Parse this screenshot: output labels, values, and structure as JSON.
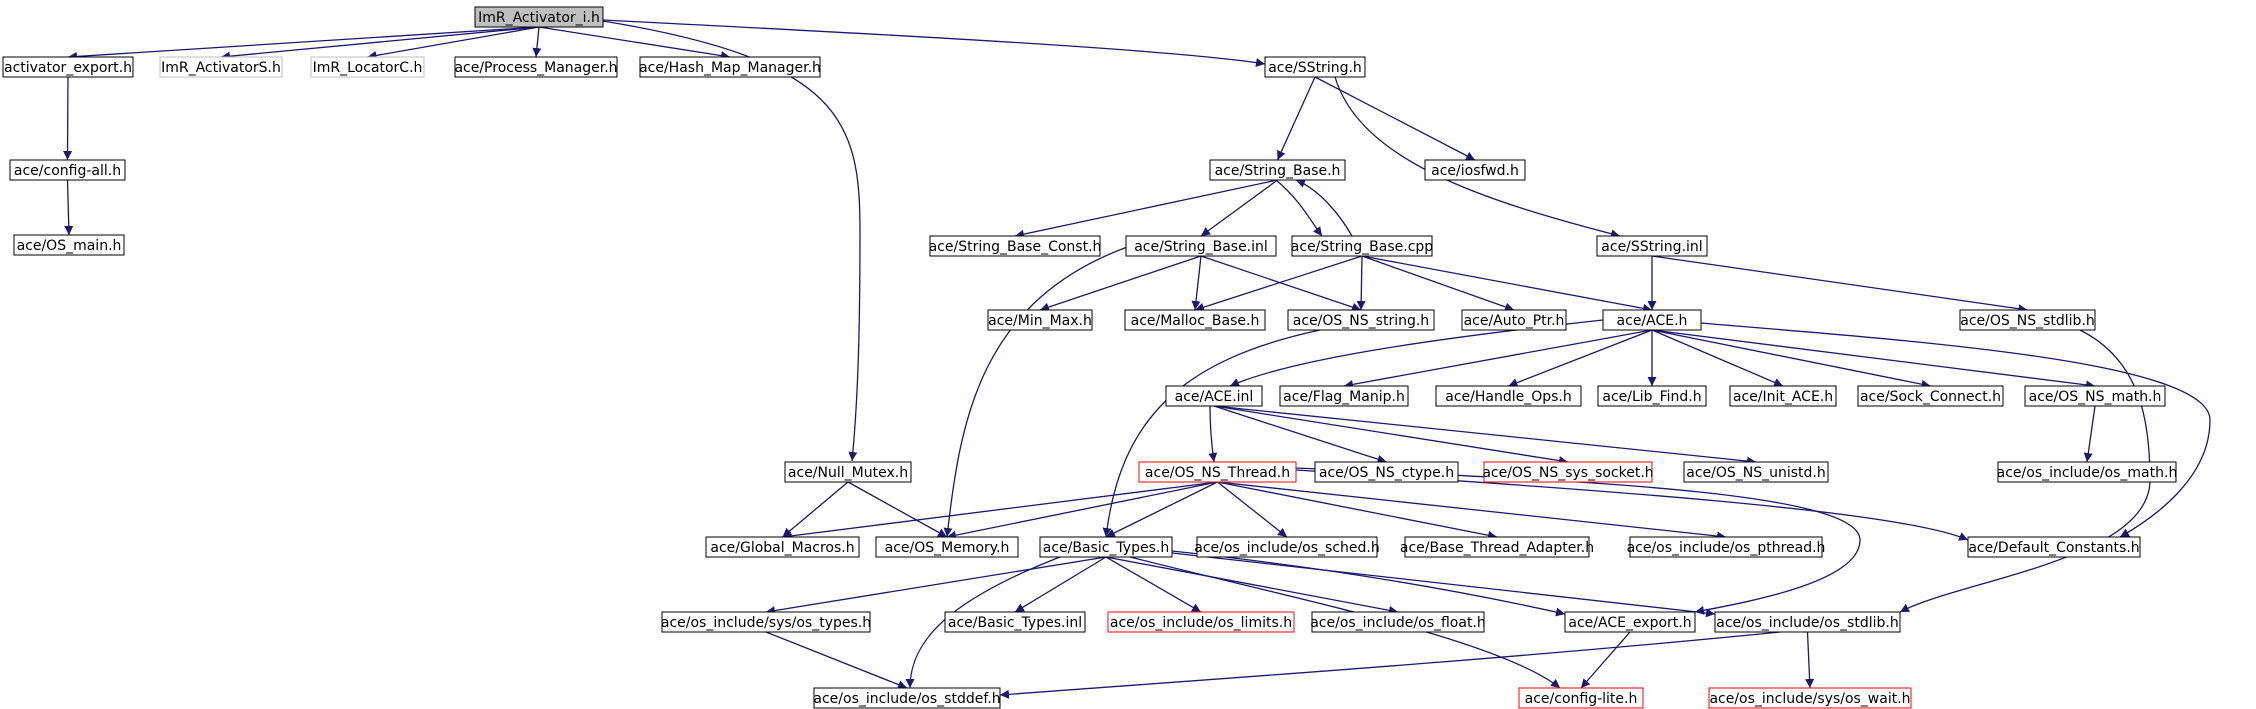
{
  "graph": {
    "colors": {
      "edge": "#191970",
      "normal_border": "#000000",
      "missing_border": "#bfbfbf",
      "truncated_border": "#ff0000",
      "root_fill": "#bfbfbf",
      "node_fill": "#ffffff"
    },
    "nodes": [
      {
        "id": "root",
        "label": "ImR_Activator_i.h",
        "style": "root"
      },
      {
        "id": "activator_export",
        "label": "activator_export.h",
        "style": "normal"
      },
      {
        "id": "imr_activators",
        "label": "ImR_ActivatorS.h",
        "style": "missing"
      },
      {
        "id": "imr_locatorc",
        "label": "ImR_LocatorC.h",
        "style": "missing"
      },
      {
        "id": "process_manager",
        "label": "ace/Process_Manager.h",
        "style": "normal"
      },
      {
        "id": "hash_map_manager",
        "label": "ace/Hash_Map_Manager.h",
        "style": "normal"
      },
      {
        "id": "sstring_h",
        "label": "ace/SString.h",
        "style": "normal"
      },
      {
        "id": "config_all",
        "label": "ace/config-all.h",
        "style": "normal"
      },
      {
        "id": "os_main",
        "label": "ace/OS_main.h",
        "style": "normal"
      },
      {
        "id": "string_base_h",
        "label": "ace/String_Base.h",
        "style": "normal"
      },
      {
        "id": "iosfwd",
        "label": "ace/iosfwd.h",
        "style": "normal"
      },
      {
        "id": "string_base_const",
        "label": "ace/String_Base_Const.h",
        "style": "normal"
      },
      {
        "id": "string_base_inl",
        "label": "ace/String_Base.inl",
        "style": "normal"
      },
      {
        "id": "string_base_cpp",
        "label": "ace/String_Base.cpp",
        "style": "normal"
      },
      {
        "id": "sstring_inl",
        "label": "ace/SString.inl",
        "style": "normal"
      },
      {
        "id": "min_max",
        "label": "ace/Min_Max.h",
        "style": "normal"
      },
      {
        "id": "malloc_base",
        "label": "ace/Malloc_Base.h",
        "style": "normal"
      },
      {
        "id": "os_ns_string",
        "label": "ace/OS_NS_string.h",
        "style": "normal"
      },
      {
        "id": "auto_ptr",
        "label": "ace/Auto_Ptr.h",
        "style": "normal"
      },
      {
        "id": "ace_h",
        "label": "ace/ACE.h",
        "style": "normal"
      },
      {
        "id": "os_ns_stdlib",
        "label": "ace/OS_NS_stdlib.h",
        "style": "normal"
      },
      {
        "id": "ace_inl",
        "label": "ace/ACE.inl",
        "style": "normal"
      },
      {
        "id": "flag_manip",
        "label": "ace/Flag_Manip.h",
        "style": "normal"
      },
      {
        "id": "handle_ops",
        "label": "ace/Handle_Ops.h",
        "style": "normal"
      },
      {
        "id": "lib_find",
        "label": "ace/Lib_Find.h",
        "style": "normal"
      },
      {
        "id": "init_ace",
        "label": "ace/Init_ACE.h",
        "style": "normal"
      },
      {
        "id": "sock_connect",
        "label": "ace/Sock_Connect.h",
        "style": "normal"
      },
      {
        "id": "os_ns_math",
        "label": "ace/OS_NS_math.h",
        "style": "normal"
      },
      {
        "id": "null_mutex",
        "label": "ace/Null_Mutex.h",
        "style": "normal"
      },
      {
        "id": "os_ns_thread",
        "label": "ace/OS_NS_Thread.h",
        "style": "truncated"
      },
      {
        "id": "os_ns_ctype",
        "label": "ace/OS_NS_ctype.h",
        "style": "normal"
      },
      {
        "id": "os_ns_sys_socket",
        "label": "ace/OS_NS_sys_socket.h",
        "style": "truncated"
      },
      {
        "id": "os_ns_unistd",
        "label": "ace/OS_NS_unistd.h",
        "style": "normal"
      },
      {
        "id": "os_include_os_math",
        "label": "ace/os_include/os_math.h",
        "style": "normal"
      },
      {
        "id": "global_macros",
        "label": "ace/Global_Macros.h",
        "style": "normal"
      },
      {
        "id": "os_memory",
        "label": "ace/OS_Memory.h",
        "style": "normal"
      },
      {
        "id": "basic_types_h",
        "label": "ace/Basic_Types.h",
        "style": "normal"
      },
      {
        "id": "os_sched",
        "label": "ace/os_include/os_sched.h",
        "style": "normal"
      },
      {
        "id": "base_thread_adapter",
        "label": "ace/Base_Thread_Adapter.h",
        "style": "normal"
      },
      {
        "id": "os_pthread",
        "label": "ace/os_include/os_pthread.h",
        "style": "normal"
      },
      {
        "id": "default_constants",
        "label": "ace/Default_Constants.h",
        "style": "normal"
      },
      {
        "id": "sys_os_types",
        "label": "ace/os_include/sys/os_types.h",
        "style": "normal"
      },
      {
        "id": "basic_types_inl",
        "label": "ace/Basic_Types.inl",
        "style": "normal"
      },
      {
        "id": "os_limits",
        "label": "ace/os_include/os_limits.h",
        "style": "truncated"
      },
      {
        "id": "os_float",
        "label": "ace/os_include/os_float.h",
        "style": "normal"
      },
      {
        "id": "ace_export",
        "label": "ace/ACE_export.h",
        "style": "normal"
      },
      {
        "id": "os_stdlib_inc",
        "label": "ace/os_include/os_stdlib.h",
        "style": "normal"
      },
      {
        "id": "os_stddef",
        "label": "ace/os_include/os_stddef.h",
        "style": "normal"
      },
      {
        "id": "config_lite",
        "label": "ace/config-lite.h",
        "style": "truncated"
      },
      {
        "id": "sys_os_wait",
        "label": "ace/os_include/sys/os_wait.h",
        "style": "truncated"
      }
    ],
    "edges": [
      [
        "root",
        "activator_export"
      ],
      [
        "root",
        "imr_activators"
      ],
      [
        "root",
        "imr_locatorc"
      ],
      [
        "root",
        "process_manager"
      ],
      [
        "root",
        "hash_map_manager"
      ],
      [
        "root",
        "sstring_h"
      ],
      [
        "root",
        "null_mutex"
      ],
      [
        "activator_export",
        "config_all"
      ],
      [
        "config_all",
        "os_main"
      ],
      [
        "sstring_h",
        "string_base_h"
      ],
      [
        "sstring_h",
        "iosfwd"
      ],
      [
        "sstring_h",
        "sstring_inl"
      ],
      [
        "string_base_h",
        "string_base_const"
      ],
      [
        "string_base_h",
        "string_base_inl"
      ],
      [
        "string_base_h",
        "string_base_cpp"
      ],
      [
        "string_base_cpp",
        "string_base_h"
      ],
      [
        "string_base_inl",
        "min_max"
      ],
      [
        "string_base_inl",
        "malloc_base"
      ],
      [
        "string_base_inl",
        "os_ns_string"
      ],
      [
        "string_base_inl",
        "os_memory"
      ],
      [
        "string_base_cpp",
        "malloc_base"
      ],
      [
        "string_base_cpp",
        "os_ns_string"
      ],
      [
        "string_base_cpp",
        "auto_ptr"
      ],
      [
        "string_base_cpp",
        "ace_h"
      ],
      [
        "sstring_inl",
        "ace_h"
      ],
      [
        "sstring_inl",
        "os_ns_stdlib"
      ],
      [
        "os_ns_string",
        "basic_types_h"
      ],
      [
        "ace_h",
        "ace_inl"
      ],
      [
        "ace_h",
        "flag_manip"
      ],
      [
        "ace_h",
        "handle_ops"
      ],
      [
        "ace_h",
        "lib_find"
      ],
      [
        "ace_h",
        "init_ace"
      ],
      [
        "ace_h",
        "sock_connect"
      ],
      [
        "ace_h",
        "os_ns_math"
      ],
      [
        "ace_h",
        "default_constants"
      ],
      [
        "os_ns_stdlib",
        "os_stdlib_inc"
      ],
      [
        "ace_inl",
        "os_ns_thread"
      ],
      [
        "ace_inl",
        "os_ns_ctype"
      ],
      [
        "ace_inl",
        "os_ns_sys_socket"
      ],
      [
        "ace_inl",
        "os_ns_unistd"
      ],
      [
        "os_ns_math",
        "os_include_os_math"
      ],
      [
        "null_mutex",
        "global_macros"
      ],
      [
        "null_mutex",
        "os_memory"
      ],
      [
        "os_ns_thread",
        "global_macros"
      ],
      [
        "os_ns_thread",
        "os_memory"
      ],
      [
        "os_ns_thread",
        "basic_types_h"
      ],
      [
        "os_ns_thread",
        "os_sched"
      ],
      [
        "os_ns_thread",
        "base_thread_adapter"
      ],
      [
        "os_ns_thread",
        "os_pthread"
      ],
      [
        "os_ns_thread",
        "default_constants"
      ],
      [
        "os_ns_thread",
        "ace_export"
      ],
      [
        "basic_types_h",
        "sys_os_types"
      ],
      [
        "basic_types_h",
        "basic_types_inl"
      ],
      [
        "basic_types_h",
        "os_limits"
      ],
      [
        "basic_types_h",
        "os_float"
      ],
      [
        "basic_types_h",
        "ace_export"
      ],
      [
        "basic_types_h",
        "os_stdlib_inc"
      ],
      [
        "basic_types_h",
        "os_stddef"
      ],
      [
        "basic_types_h",
        "config_lite"
      ],
      [
        "sys_os_types",
        "os_stddef"
      ],
      [
        "ace_export",
        "config_lite"
      ],
      [
        "os_stdlib_inc",
        "os_stddef"
      ],
      [
        "os_stdlib_inc",
        "sys_os_wait"
      ]
    ]
  }
}
